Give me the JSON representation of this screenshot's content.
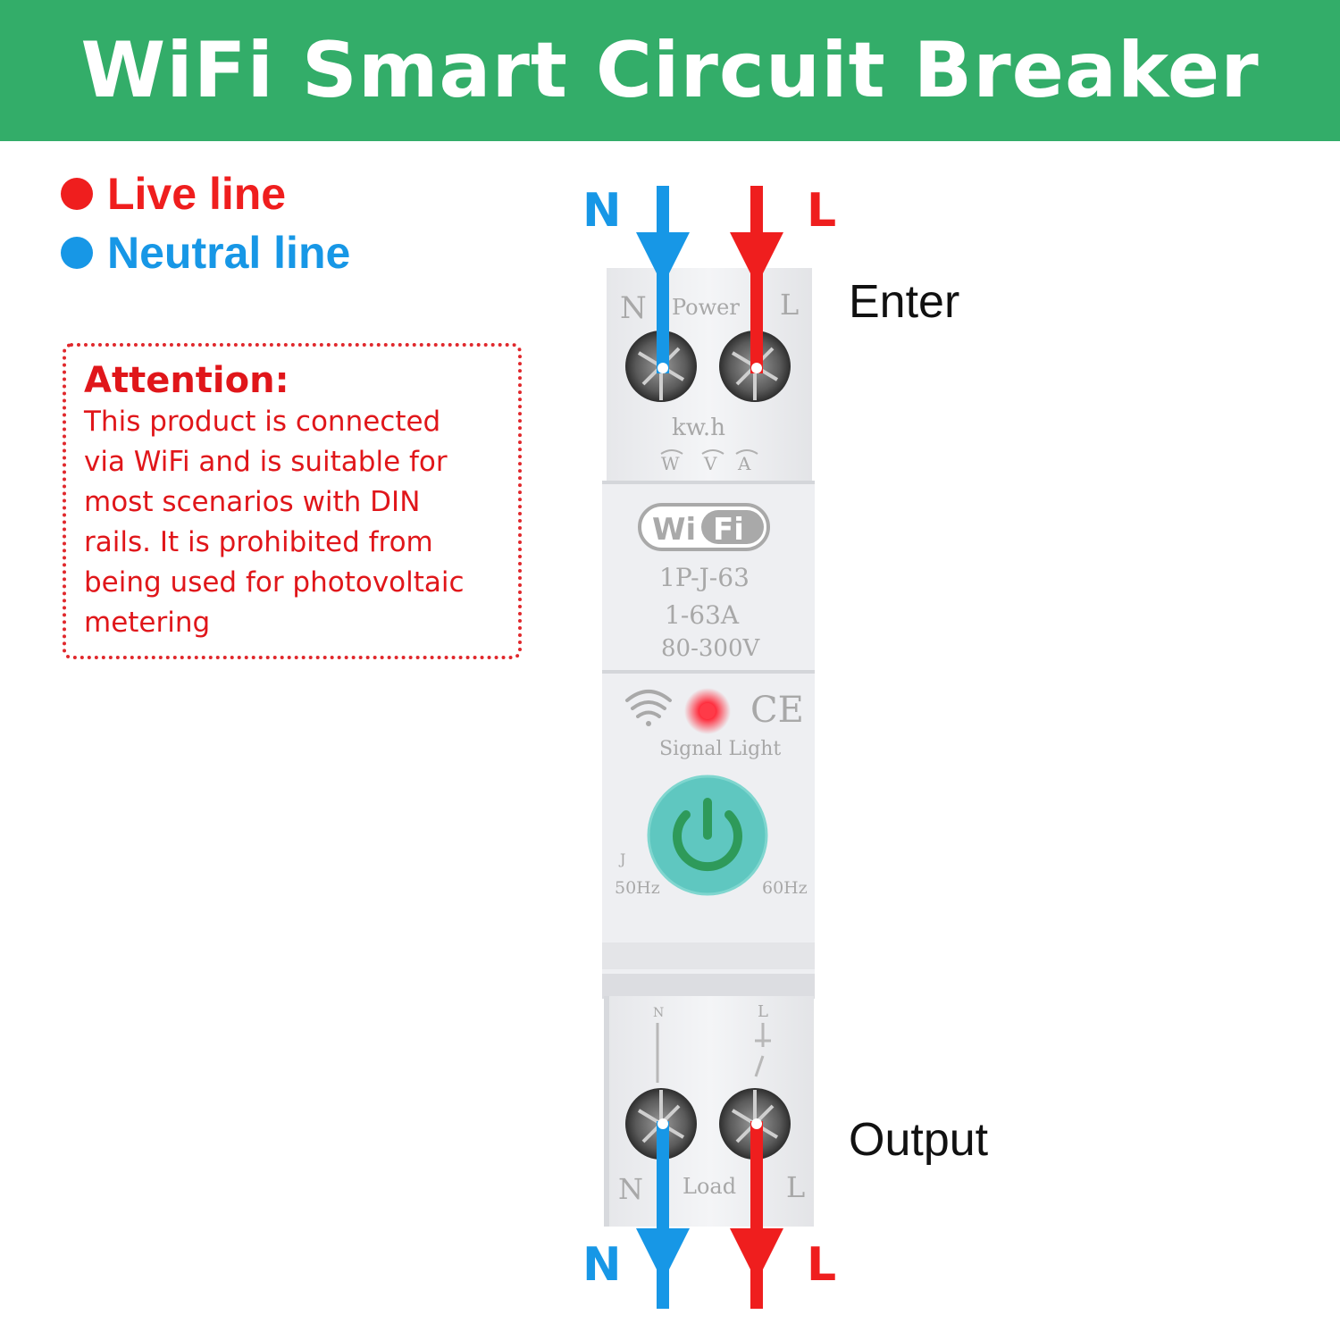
{
  "title": "WiFi Smart Circuit Breaker",
  "legend": [
    {
      "label": "Live line",
      "color": "#ef1e1e"
    },
    {
      "label": "Neutral line",
      "color": "#1797e6"
    }
  ],
  "attention": {
    "heading": "Attention:",
    "lines": [
      "This product is connected",
      "via WiFi and is suitable for",
      "most scenarios with DIN",
      "rails. It is prohibited from",
      "being used for photovoltaic",
      "metering"
    ]
  },
  "labels": {
    "enter": "Enter",
    "output": "Output"
  },
  "wires": {
    "neutral": "N",
    "live": "L"
  },
  "device": {
    "top_terminal": {
      "n": "N",
      "label": "Power",
      "l": "L"
    },
    "meter": {
      "unit": "kw.h",
      "w": "W",
      "v": "V",
      "a": "A"
    },
    "wifi_badge": {
      "left": "Wi",
      "right": "Fi"
    },
    "model": "1P-J-63",
    "current_range": "1-63A",
    "voltage_range": "80-300V",
    "signal_light": "Signal Light",
    "ce_mark": "CE",
    "j_mark": "J",
    "freq_left": "50Hz",
    "freq_right": "60Hz",
    "bottom_terminal": {
      "n": "N",
      "label": "Load",
      "l": "L"
    },
    "schematic": {
      "n": "N",
      "l": "L"
    }
  },
  "colors": {
    "banner": "#33ad69",
    "live": "#ef1e1e",
    "neutral": "#1797e6",
    "button": "#5fc7c0",
    "power_icon": "#2e9a5a",
    "signal_led": "#ff2a3a"
  },
  "icons": [
    "wifi-signal-icon",
    "power-icon",
    "screw-terminal-icon",
    "ce-mark-icon"
  ]
}
